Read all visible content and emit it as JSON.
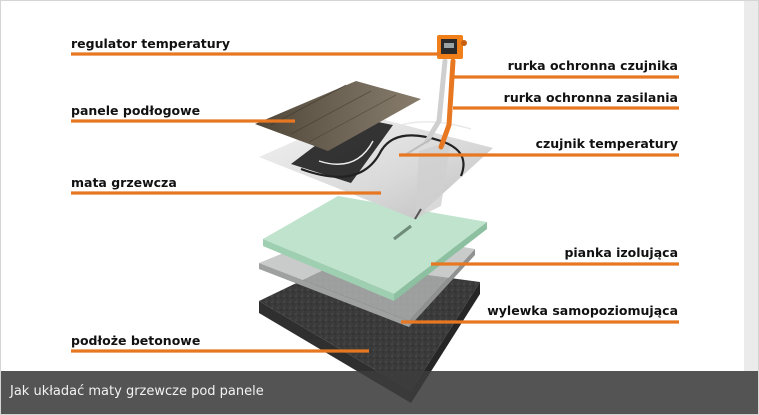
{
  "labels": {
    "regulator": "regulator temperatury",
    "panele": "panele podłogowe",
    "mata": "mata grzewcza",
    "podloze": "podłoże betonowe",
    "rurka_czujnika": "rurka ochronna czujnika",
    "rurka_zasilania": "rurka ochronna zasilania",
    "czujnik": "czujnik temperatury",
    "pianka": "pianka izolująca",
    "wylewka": "wylewka samopoziomująca"
  },
  "caption": "Jak układać maty grzewcze pod panele",
  "colors": {
    "leader_line": "#e87722",
    "concrete": "#4a4a4a",
    "screed": "#b9bcbb",
    "foam": "#bfe3cc",
    "mat": "#e6e6e6",
    "heating_cable": "#1e1e1e",
    "wood": "#5e5549",
    "thermostat_body": "#f07f1a",
    "thermostat_display": "#2a2a2a"
  },
  "icons": {
    "regulator": "thermostat-icon"
  }
}
